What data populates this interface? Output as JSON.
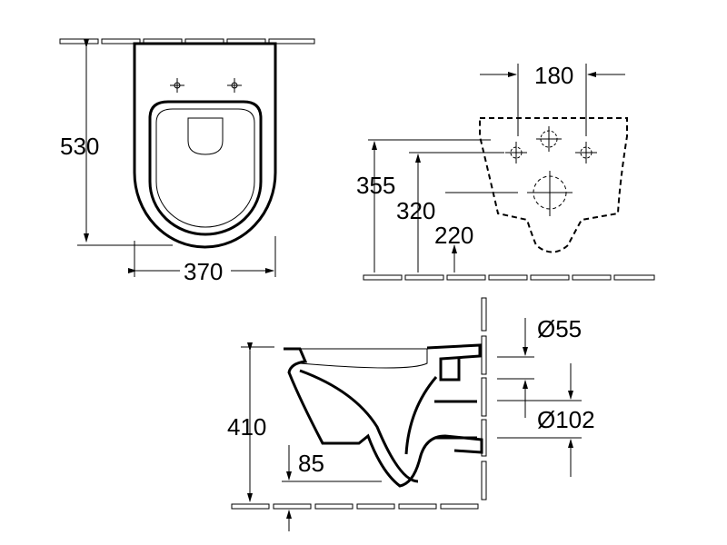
{
  "drawing": {
    "top_view": {
      "height_label": "530",
      "width_label": "370"
    },
    "rear_view": {
      "spacing_label": "180",
      "bracket_height_label": "355",
      "upper_hole_label": "320",
      "lower_hole_label": "220"
    },
    "side_view": {
      "height_label": "410",
      "offset_label": "85",
      "inlet_label": "Ø55",
      "outlet_label": "Ø102"
    }
  }
}
